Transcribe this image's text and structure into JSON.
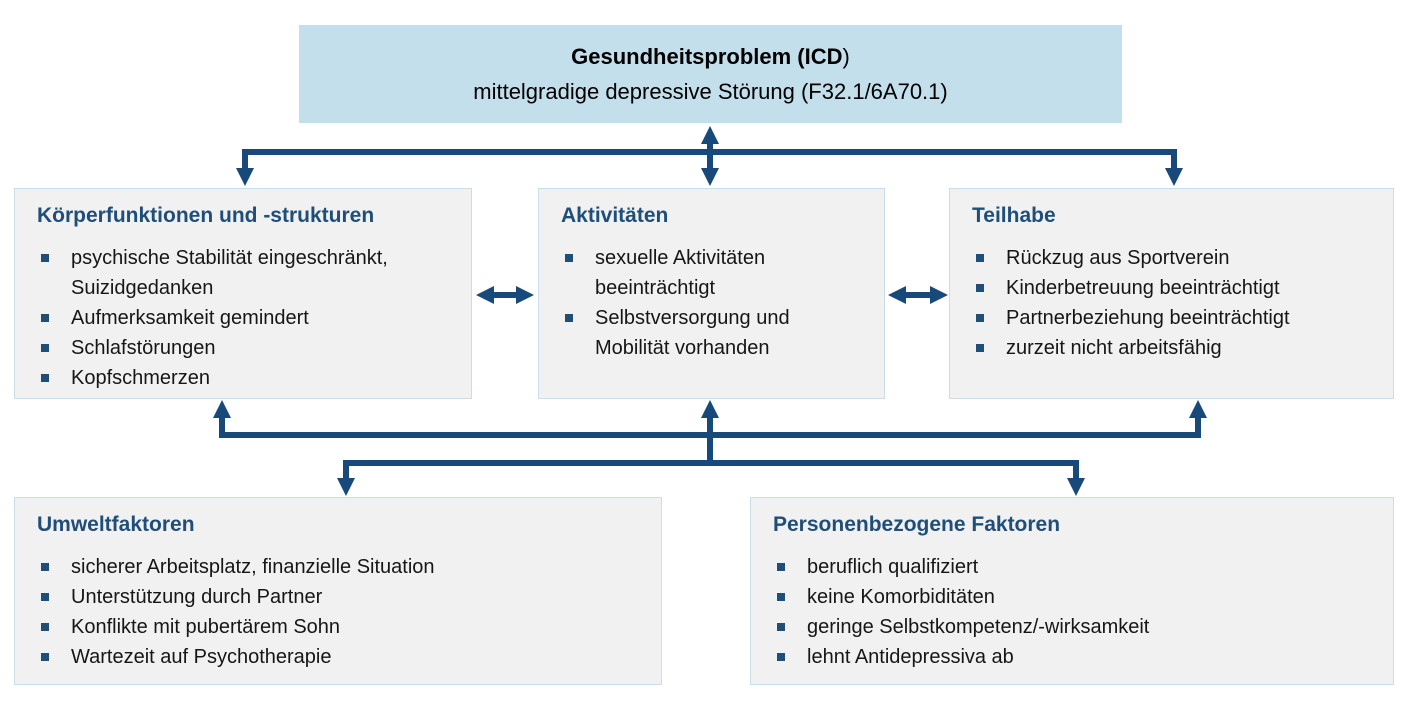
{
  "colors": {
    "accent": "#1F4E79",
    "arrow": "#17497B",
    "top_box_bg": "#C4DFEC",
    "box_bg": "#F1F1F2",
    "box_border": "#C9DEEA",
    "text": "#161616"
  },
  "top_box": {
    "title_bold": "Gesundheitsproblem (ICD",
    "title_tail": ")",
    "subtitle": "mittelgradige depressive Störung (F32.1/6A70.1)"
  },
  "boxes": {
    "body_functions": {
      "title": "Körperfunktionen und -strukturen",
      "items": [
        "psychische Stabilität eingeschränkt, Suizidgedanken",
        "Aufmerksamkeit gemindert",
        "Schlafstörungen",
        "Kopfschmerzen"
      ]
    },
    "activities": {
      "title": "Aktivitäten",
      "items": [
        "sexuelle Aktivitäten beeinträchtigt",
        "Selbstversorgung und Mobilität vorhanden"
      ]
    },
    "participation": {
      "title": "Teilhabe",
      "items": [
        "Rückzug aus Sportverein",
        "Kinderbetreuung beeinträchtigt",
        "Partnerbeziehung beeinträchtigt",
        "zurzeit nicht arbeitsfähig"
      ]
    },
    "environmental": {
      "title": "Umweltfaktoren",
      "items": [
        "sicherer Arbeitsplatz, finanzielle Situation",
        "Unterstützung durch Partner",
        "Konflikte mit pubertärem Sohn",
        "Wartezeit auf Psychotherapie"
      ]
    },
    "personal": {
      "title": "Personenbezogene Faktoren",
      "items": [
        "beruflich qualifiziert",
        "keine Komorbiditäten",
        "geringe Selbstkompetenz/-wirksamkeit",
        "lehnt Antidepressiva ab"
      ]
    }
  }
}
